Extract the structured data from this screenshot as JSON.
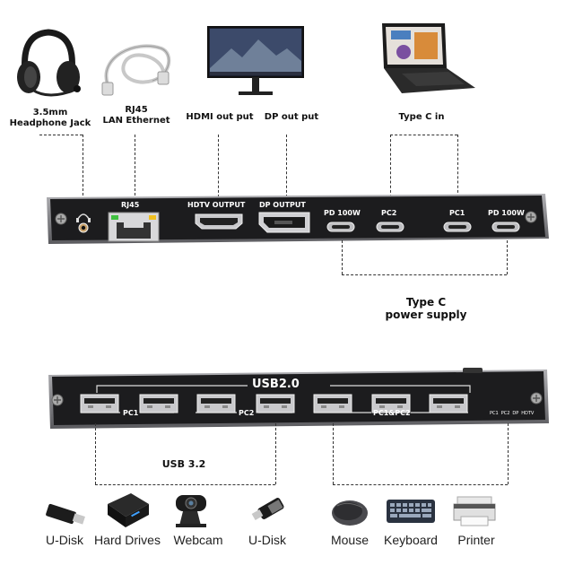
{
  "top_devices": {
    "headphone": {
      "line1": "3.5mm",
      "line2": "Headphone Jack"
    },
    "ethernet": {
      "line1": "RJ45",
      "line2": "LAN Ethernet"
    },
    "hdmi": {
      "label": "HDMI out put"
    },
    "dp": {
      "label": "DP out put"
    },
    "typec": {
      "label": "Type C in"
    }
  },
  "top_panel": {
    "rj45": "RJ45",
    "hdtv": "HDTV OUTPUT",
    "dp": "DP OUTPUT",
    "pd1": "PD 100W",
    "pc2": "PC2",
    "pc1": "PC1",
    "pd2": "PD 100W"
  },
  "power_supply": {
    "line1": "Type C",
    "line2": "power supply"
  },
  "bottom_panel": {
    "usb_title": "USB2.0",
    "group1": "PC1",
    "group2": "PC2",
    "group3": "PC1&PC2",
    "indicators": [
      "PC1",
      "PC2",
      "DP",
      "HDTV"
    ]
  },
  "usb32_label": "USB 3.2",
  "bottom_devices": [
    "U-Disk",
    "Hard Drives",
    "Webcam",
    "U-Disk",
    "Mouse",
    "Keyboard",
    "Printer"
  ],
  "colors": {
    "panel": "#1c1c1e",
    "panel_edge": "#8a8a8e",
    "port_silver": "#c9c9cc",
    "led_green": "#3fc040",
    "led_yellow": "#f0c020"
  }
}
